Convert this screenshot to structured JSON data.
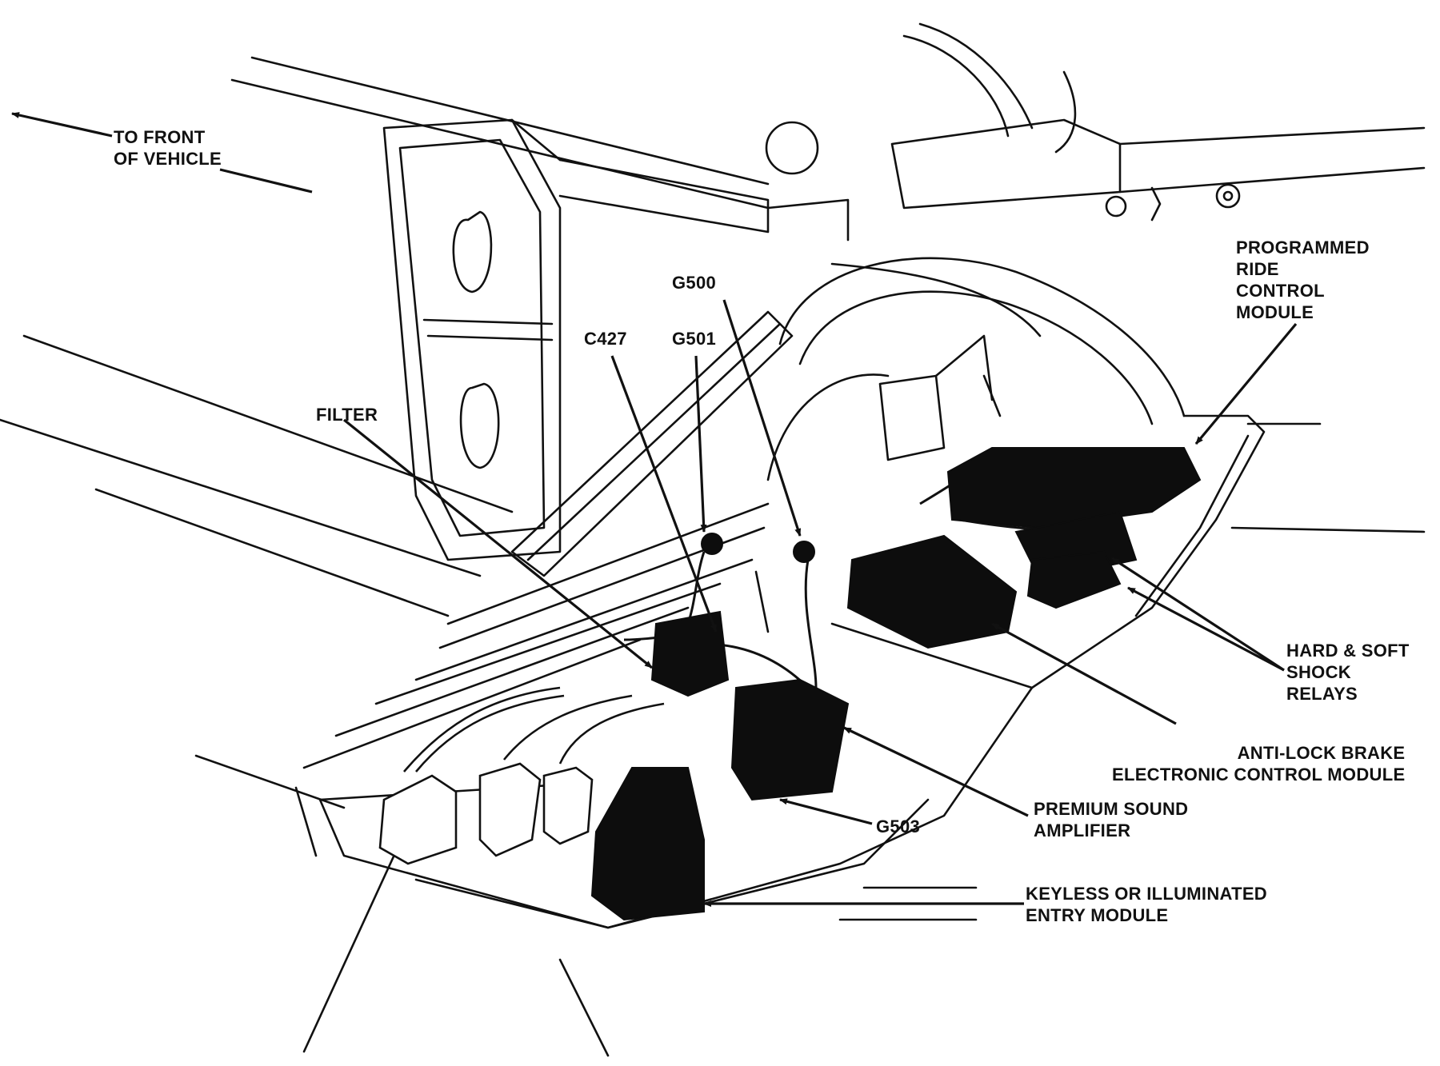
{
  "colors": {
    "ink": "#111111",
    "module_fill": "#0d0d0d",
    "background": "#ffffff"
  },
  "labels": {
    "front": {
      "line1": "TO FRONT",
      "line2": "OF VEHICLE"
    },
    "filter": "FILTER",
    "c427": "C427",
    "g501": "G501",
    "g500": "G500",
    "g503": "G503",
    "ride_control": {
      "line1": "PROGRAMMED",
      "line2": "RIDE",
      "line3": "CONTROL",
      "line4": "MODULE"
    },
    "shock_relays": {
      "line1": "HARD & SOFT",
      "line2": "SHOCK",
      "line3": "RELAYS"
    },
    "abs_module": {
      "line1": "ANTI-LOCK BRAKE",
      "line2": "ELECTRONIC CONTROL MODULE"
    },
    "amplifier": {
      "line1": "PREMIUM SOUND",
      "line2": "AMPLIFIER"
    },
    "entry_module": {
      "line1": "KEYLESS OR ILLUMINATED",
      "line2": "ENTRY MODULE"
    }
  }
}
